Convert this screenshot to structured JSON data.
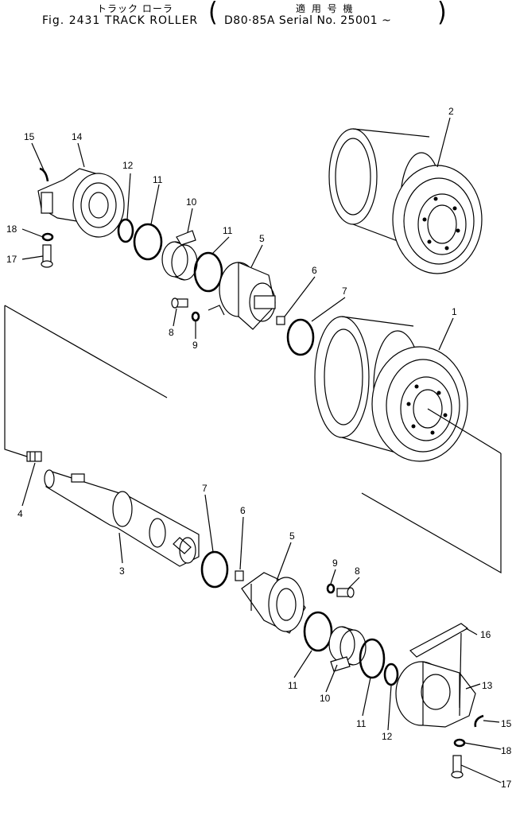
{
  "header": {
    "title_jp": "トラック ローラ",
    "title_en": "Fig. 2431  TRACK  ROLLER",
    "applicable_jp": "適 用 号 機",
    "serial": "D80·85A  Serial  No. 25001 ~",
    "paren_open": "(",
    "paren_close": ")"
  },
  "callouts": [
    "1",
    "2",
    "3",
    "4",
    "5",
    "5",
    "6",
    "6",
    "7",
    "7",
    "8",
    "8",
    "9",
    "9",
    "10",
    "10",
    "11",
    "11",
    "11",
    "11",
    "12",
    "12",
    "13",
    "14",
    "15",
    "15",
    "16",
    "17",
    "17",
    "18",
    "18"
  ]
}
